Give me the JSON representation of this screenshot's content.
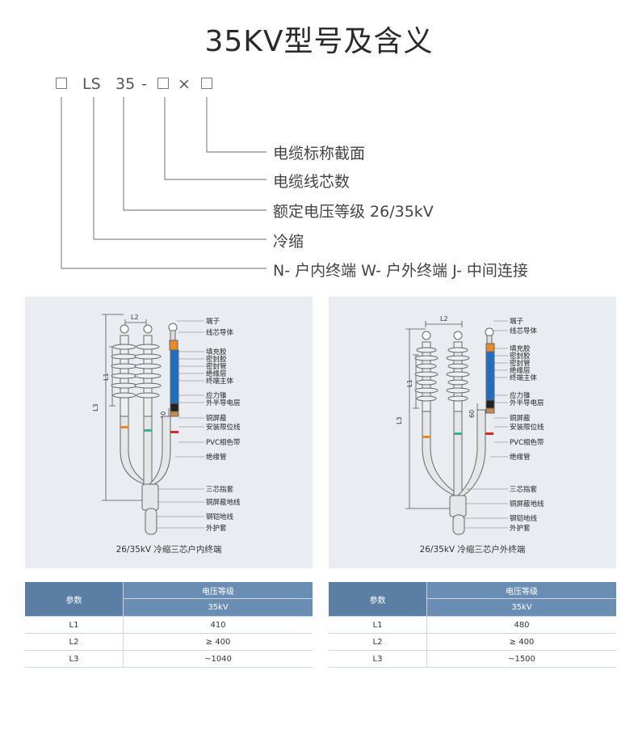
{
  "title": "35KV型号及含义",
  "model_code": {
    "ls": "LS",
    "voltage": "35",
    "dash": "-",
    "times": "×"
  },
  "meanings": [
    "电缆标称截面",
    "电缆线芯数",
    "额定电压等级 26/35kV",
    "冷缩",
    "N- 户内终端 W- 户外终端  J- 中间连接"
  ],
  "panels": [
    {
      "caption": "26/35kV 冷缩三芯户内终端",
      "dims": {
        "l1": "L1",
        "l2": "L2",
        "l3": "L3",
        "h": "40"
      },
      "labels": [
        "端子",
        "线芯导体",
        "填充胶",
        "密封胶",
        "密封管",
        "绝缘层",
        "终端主体",
        "应力锥",
        "外半导电层",
        "铜屏蔽",
        "安装限位线",
        "PVC相色带",
        "绝缘管",
        "三芯指套",
        "铜屏蔽地线",
        "钢铠地线",
        "外护套"
      ]
    },
    {
      "caption": "26/35kV 冷缩三芯户外终端",
      "dims": {
        "l1": "L1",
        "l2": "L2",
        "l3": "L3",
        "h": "60"
      },
      "labels": [
        "端子",
        "线芯导体",
        "填充胶",
        "密封胶",
        "密封管",
        "绝缘层",
        "终端主体",
        "应力锥",
        "外半导电层",
        "铜屏蔽",
        "安装限位线",
        "PVC相色带",
        "绝缘管",
        "三芯指套",
        "铜屏蔽地线",
        "钢铠地线",
        "外护套"
      ]
    }
  ],
  "tables": [
    {
      "param_header": "参数",
      "group_header": "电压等级",
      "sub_header": "35kV",
      "rows": [
        {
          "param": "L1",
          "value": "410"
        },
        {
          "param": "L2",
          "value": "≥ 400"
        },
        {
          "param": "L3",
          "value": "~1040"
        }
      ]
    },
    {
      "param_header": "参数",
      "group_header": "电压等级",
      "sub_header": "35kV",
      "rows": [
        {
          "param": "L1",
          "value": "480"
        },
        {
          "param": "L2",
          "value": "≥ 400"
        },
        {
          "param": "L3",
          "value": "~1500"
        }
      ]
    }
  ],
  "colors": {
    "table_header": "#5b7fa4",
    "panel_bg": "#e9edf1",
    "phase_orange": "#e8892a",
    "phase_green": "#3bb08f",
    "phase_red": "#d8262a",
    "core_blue": "#1f6fc0"
  }
}
